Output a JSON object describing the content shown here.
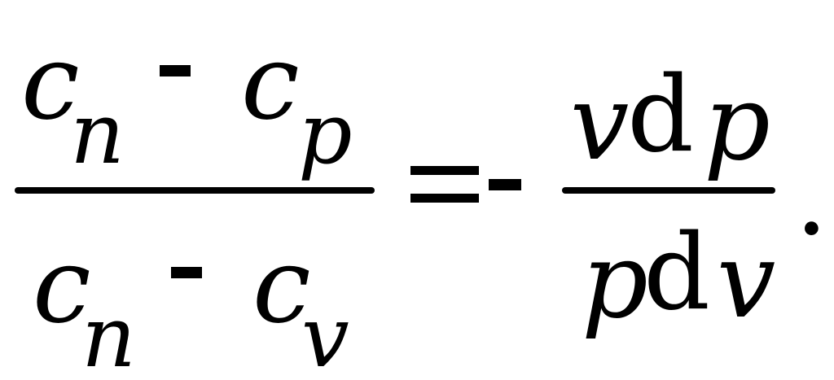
{
  "formula": {
    "left": {
      "numerator": {
        "c1": "c",
        "sub1": "n",
        "op": "-",
        "c2": "c",
        "sub2": "p"
      },
      "denominator": {
        "c1": "c",
        "sub1": "n",
        "op": "-",
        "c2": "c",
        "sub2": "v"
      }
    },
    "equals": "=",
    "sign": "-",
    "right": {
      "numerator": {
        "v": "v",
        "d": "d",
        "p": "p"
      },
      "denominator": {
        "p": "p",
        "d": "d",
        "v": "v"
      }
    },
    "end": "."
  }
}
